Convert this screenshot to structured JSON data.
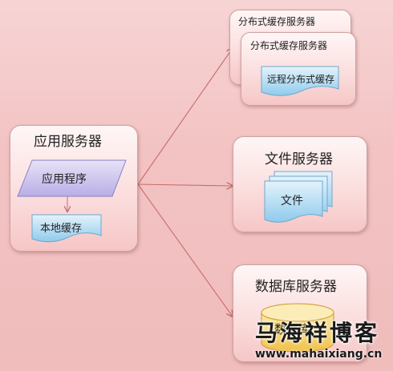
{
  "app_server": {
    "title": "应用服务器",
    "program": "应用程序",
    "local_cache": "本地缓存"
  },
  "distributed_cache": {
    "back_title": "分布式缓存服务器",
    "front_title": "分布式缓存服务器",
    "remote_cache": "远程分布式缓存"
  },
  "file_server": {
    "title": "文件服务器",
    "file": "文件"
  },
  "db_server": {
    "title": "数据库服务器",
    "db": "数据库"
  },
  "watermark": {
    "title": "马海祥博客",
    "url": "www.mahaixiang.cn"
  }
}
